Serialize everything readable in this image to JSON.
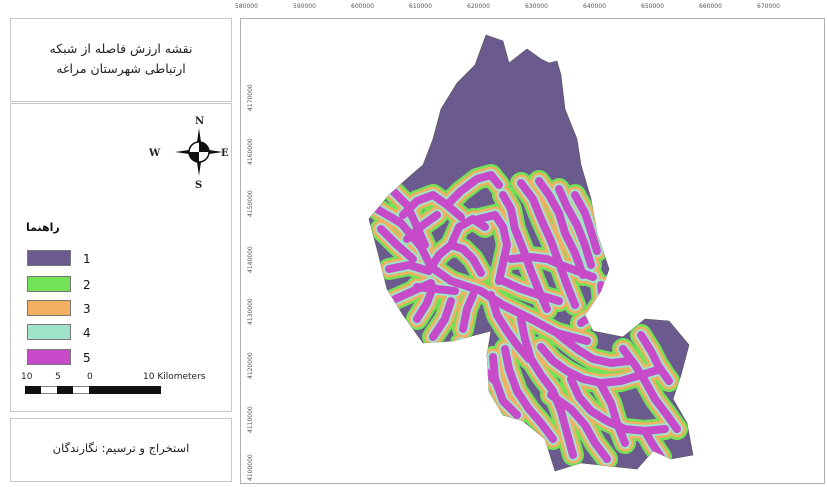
{
  "title": {
    "line1": "نقشه ارزش فاصله از شبکه",
    "line2": "ارتباطی شهرستان مراغه"
  },
  "compass": {
    "n": "N",
    "s": "S",
    "e": "E",
    "w": "W",
    "icon": "north-arrow-compass-icon"
  },
  "legend": {
    "title": "راهنما",
    "items": [
      {
        "label": "1",
        "color": "#6a5a8e"
      },
      {
        "label": "2",
        "color": "#74e256"
      },
      {
        "label": "3",
        "color": "#f3b062"
      },
      {
        "label": "4",
        "color": "#9fe3c8"
      },
      {
        "label": "5",
        "color": "#c74bc9"
      }
    ]
  },
  "scalebar": {
    "labels": [
      "10",
      "5",
      "0"
    ],
    "end_label": "10 Kilometers"
  },
  "credit": {
    "text": "استخراج و ترسیم: نگارندگان"
  },
  "axes": {
    "x_ticks": [
      "580000",
      "590000",
      "600000",
      "610000",
      "620000",
      "630000",
      "640000",
      "650000",
      "660000",
      "670000"
    ],
    "y_ticks": [
      "4170000",
      "4160000",
      "4150000",
      "4140000",
      "4130000",
      "4120000",
      "4110000",
      "4100000"
    ]
  }
}
